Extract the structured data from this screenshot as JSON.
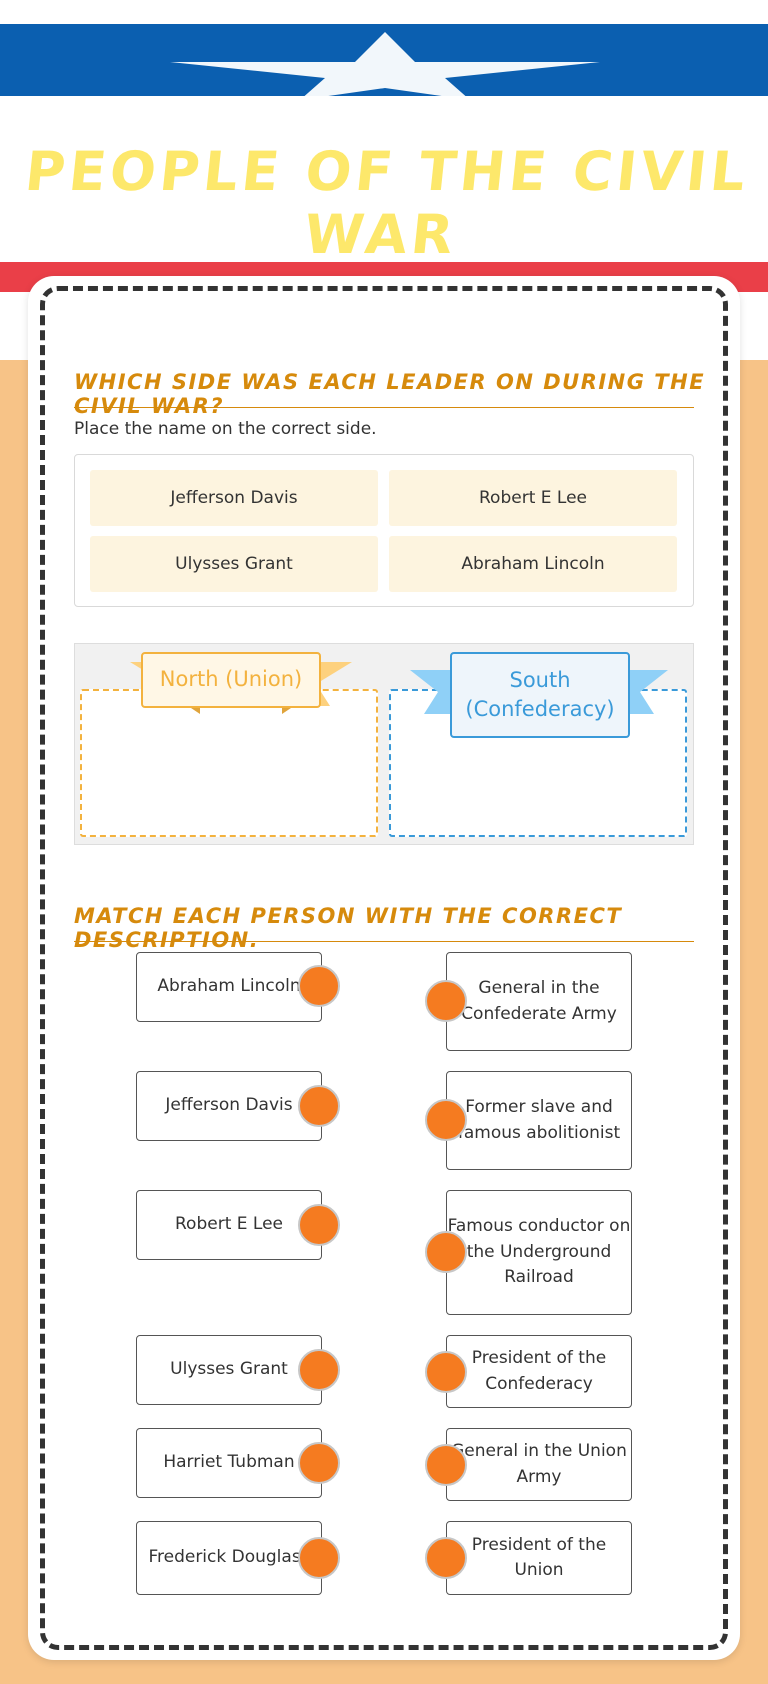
{
  "title": "PEOPLE OF THE CIVIL WAR",
  "colors": {
    "accent": "#d68a0c",
    "blue": "#0b5fb0",
    "red": "#ea3f48",
    "background": "#f7c387",
    "dot": "#f57b20"
  },
  "section1": {
    "heading": "WHICH SIDE WAS EACH LEADER ON DURING THE CIVIL WAR?",
    "instruction": "Place the name on the correct side.",
    "options": [
      "Jefferson Davis",
      "Robert E Lee",
      "Ulysses Grant",
      "Abraham Lincoln"
    ],
    "categories": [
      "North (Union)",
      "South (Confederacy)"
    ]
  },
  "section2": {
    "heading": "MATCH EACH PERSON WITH THE CORRECT DESCRIPTION.",
    "left": [
      "Abraham Lincoln",
      "Jefferson Davis",
      "Robert E Lee",
      "Ulysses Grant",
      "Harriet Tubman",
      "Frederick Douglass"
    ],
    "right": [
      "General in the Confederate Army",
      "Former slave and famous abolitionist",
      "Famous conductor on the Underground Railroad",
      "President of the Confederacy",
      "General in the Union Army",
      "President of the Union"
    ]
  }
}
